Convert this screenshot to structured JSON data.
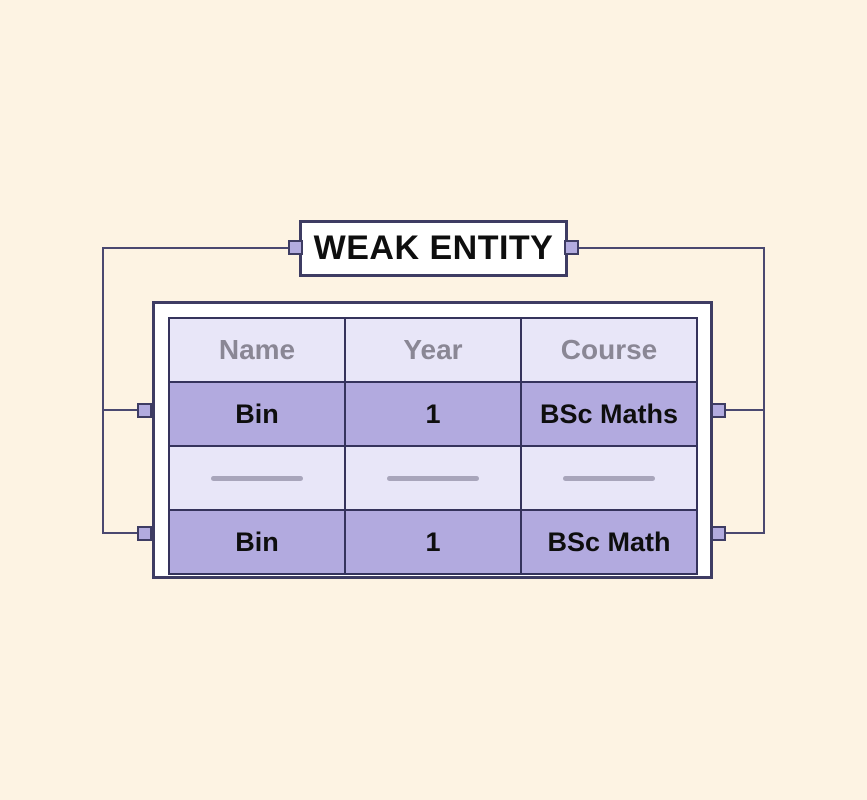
{
  "entity": {
    "title": "WEAK ENTITY"
  },
  "table": {
    "columns": [
      "Name",
      "Year",
      "Course"
    ],
    "rows": [
      {
        "type": "data",
        "cells": [
          "Bin",
          "1",
          "BSc Maths"
        ]
      },
      {
        "type": "placeholder",
        "cells": [
          "",
          "",
          ""
        ]
      },
      {
        "type": "data",
        "cells": [
          "Bin",
          "1",
          "BSc Math"
        ]
      }
    ]
  },
  "colors": {
    "background": "#fdf3e3",
    "panel": "#ffffff",
    "border_dark": "#3e3c63",
    "cell_border": "#35335c",
    "row_purple": "#b2aadf",
    "row_light": "#e8e6f8",
    "header_text": "#8a8795",
    "body_text": "#0e0e0e",
    "port_fill": "#b2abdf",
    "connector": "#4a4870",
    "dash": "#a8a5bb"
  }
}
